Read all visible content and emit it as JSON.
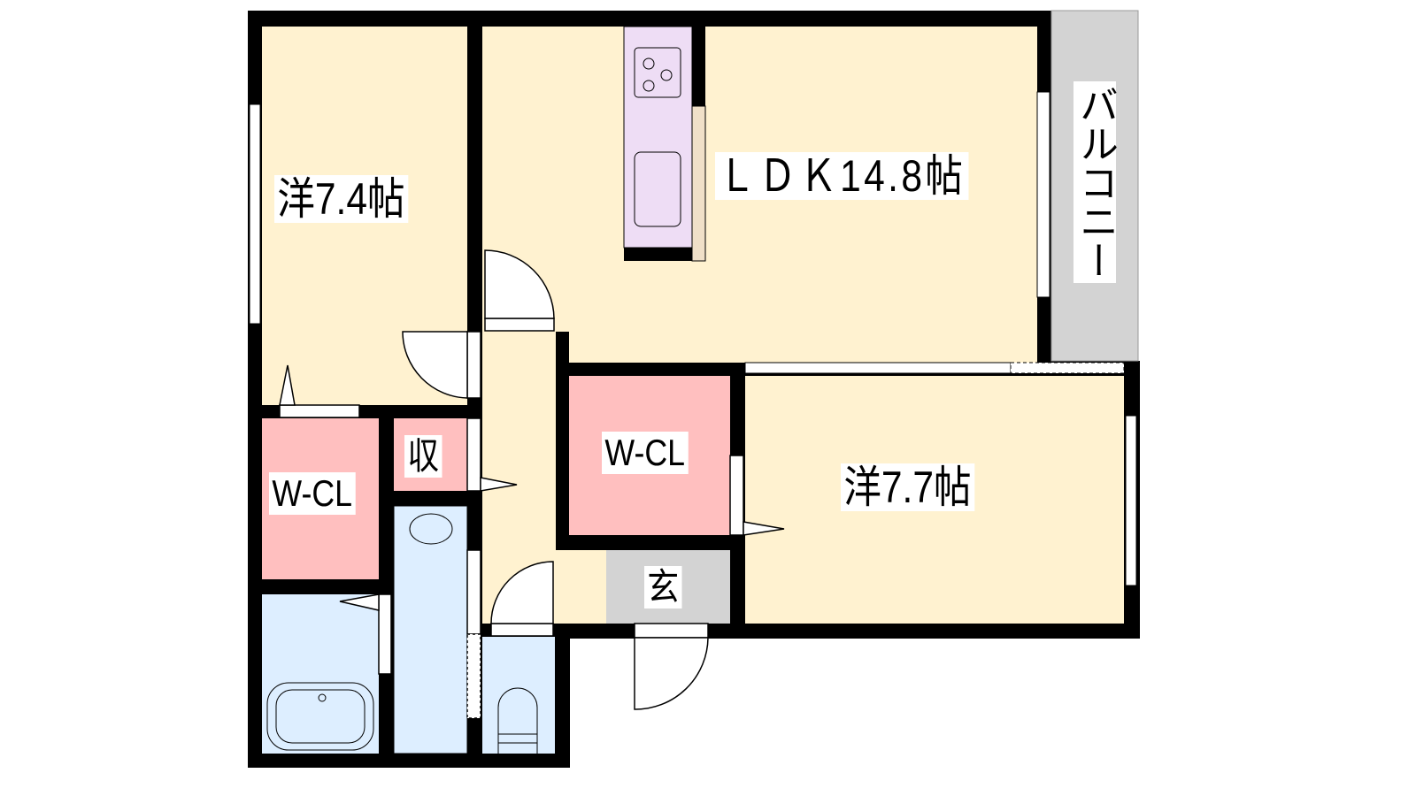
{
  "floorplan": {
    "rooms": {
      "western1": "洋7.4帖",
      "ldk": "ＬＤＫ14.8帖",
      "balcony": "バルコニー",
      "wcl_left": "W-CL",
      "storage": "収",
      "wcl_center": "W-CL",
      "western2": "洋7.7帖",
      "entrance": "玄"
    },
    "colors": {
      "room": "#FFF2D0",
      "closet": "#FFBFBF",
      "wet": "#DDEEFF",
      "gray": "#D3D3D3",
      "kitchen": "#EEDDF5",
      "wall": "#000000"
    }
  }
}
